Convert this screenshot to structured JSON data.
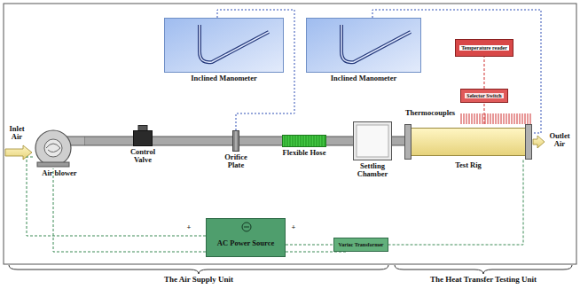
{
  "diagram": {
    "nodes": [
      {
        "text": [
          "Inclined Manometer"
        ]
      },
      {
        "text": [
          "Inclined Manometer"
        ]
      },
      {
        "text": [
          "Temperature reader"
        ]
      },
      {
        "text": [
          "Selector Switch"
        ]
      },
      {
        "text": [
          "Air blower"
        ]
      },
      {
        "text": [
          "Control Valve"
        ]
      },
      {
        "text": [
          "Orifice Plate"
        ]
      },
      {
        "text": [
          "Flexible Hose"
        ]
      },
      {
        "text": [
          "Settling Chamber"
        ]
      },
      {
        "text": [
          "Test Rig"
        ]
      },
      {
        "text": [
          "AC Power Source"
        ]
      },
      {
        "text": [
          "Variac Transformer"
        ]
      }
    ],
    "edges": [
      {
        "from": 4,
        "to": 5,
        "arrow": "none"
      },
      {
        "from": 5,
        "to": 6,
        "arrow": "none"
      },
      {
        "from": 6,
        "to": 7,
        "arrow": "none"
      },
      {
        "from": 7,
        "to": 8,
        "arrow": "none"
      },
      {
        "from": 8,
        "to": 9,
        "arrow": "none"
      },
      {
        "from": 0,
        "to": 6,
        "arrow": "none"
      },
      {
        "from": 1,
        "to": 9,
        "arrow": "none"
      },
      {
        "from": 3,
        "to": 2,
        "arrow": "none"
      },
      {
        "from": 9,
        "to": 3,
        "arrow": "none"
      },
      {
        "from": 10,
        "to": 4,
        "arrow": "none"
      },
      {
        "from": 10,
        "to": 11,
        "arrow": "none"
      },
      {
        "from": 11,
        "to": 9,
        "arrow": "none"
      }
    ],
    "labels": [
      "Inlet Air",
      "Outlet Air",
      "Thermocouples",
      "+",
      "+",
      "The Air Supply Unit",
      "The Heat Transfer Testing Unit"
    ]
  }
}
